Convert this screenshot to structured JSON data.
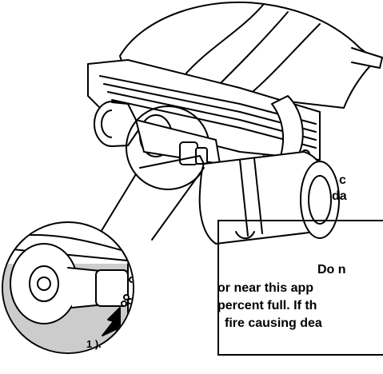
{
  "fragments": {
    "upper_line_1": "c",
    "upper_line_2": "da"
  },
  "warning": {
    "line_1": "Do n",
    "line_2": "or near this app",
    "line_3": "percent full. If th",
    "line_4": "fire causing dea"
  },
  "inset_callout": "1 )."
}
